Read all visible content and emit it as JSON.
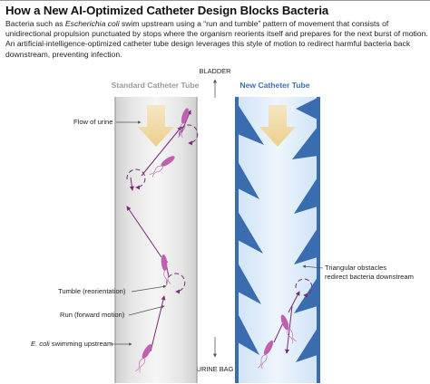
{
  "title": "How a New AI-Optimized Catheter Design Blocks Bacteria",
  "description": {
    "part1": "Bacteria such as ",
    "species": "Escherichia coli",
    "part2": " swim upstream using a “run and tumble” pattern of movement that consists of unidirectional propulsion punctuated by stops where the organism reorients itself and prepares for the next burst of motion. An artificial-intelligence-optimized catheter tube design leverages this style of motion to redirect harmful bacteria back downstream, preventing infection."
  },
  "labels": {
    "bladder": "BLADDER",
    "urine_bag": "URINE BAG",
    "standard_tube": "Standard Catheter Tube",
    "new_tube": "New Catheter Tube",
    "flow_of_urine": "Flow of urine",
    "tumble": "Tumble (reorientation)",
    "run": "Run (forward motion)",
    "ecoli_italic": "E. coli",
    "ecoli_rest": " swimming upstream",
    "obstacles_line1": "Triangular obstacles",
    "obstacles_line2": "redirect bacteria downstream"
  },
  "colors": {
    "standard_tube_label": "#9a9a9a",
    "new_tube_label": "#3a6fb5",
    "tube_wall_blue": "#3a6cb0",
    "tube_fill_blue": "#d7e8f7",
    "tube_fill_gray": "#e6e6e6",
    "bacteria": "#c060b0",
    "path": "#7a2a78",
    "flow_arrow": "#f2dca8"
  }
}
